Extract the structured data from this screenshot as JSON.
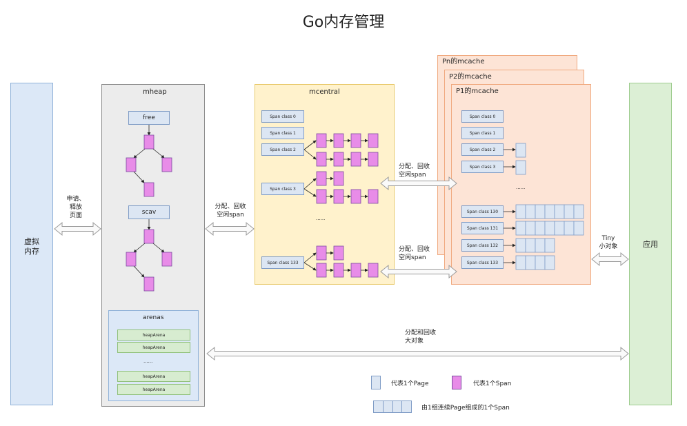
{
  "title": "Go内存管理",
  "virtual_memory": "虚拟内存",
  "application": "应用",
  "mheap": {
    "title": "mheap",
    "free": "free",
    "scav": "scav",
    "arenas": {
      "title": "arenas",
      "items": [
        "heapArena",
        "heapArena",
        "heapArena",
        "heapArena"
      ],
      "ellipsis": "......"
    }
  },
  "mcentral": {
    "title": "mcentral",
    "span_classes": [
      "Span class 0",
      "Span class 1",
      "Span class 2",
      "Span class 3",
      "Span class 133"
    ],
    "ellipsis": "......"
  },
  "mcache": {
    "stack_titles": [
      "Pn的mcache",
      "P2的mcache",
      "P1的mcache"
    ],
    "span_classes": [
      "Span class 0",
      "Span class 1",
      "Span class 2",
      "Span class 3",
      "Span class 130",
      "Span class 131",
      "Span class 132",
      "Span class 133"
    ],
    "ellipsis": "......"
  },
  "arrows": {
    "apply_release": [
      "申请、",
      "释放",
      "页面"
    ],
    "alloc_reclaim_left": [
      "分配、回收",
      "空闲span"
    ],
    "alloc_reclaim_upper": [
      "分配、回收",
      "空闲span"
    ],
    "alloc_reclaim_lower": [
      "分配、回收",
      "空闲span"
    ],
    "tiny_small": [
      "Tiny",
      "小对象"
    ],
    "large_objects": [
      "分配和回收",
      "大对象"
    ]
  },
  "legend": {
    "page": "代表1个Page",
    "span": "代表1个Span",
    "contiguous": "由1组连续Page组成的1个Span"
  },
  "colors": {
    "virtual_memory_fill": "#dce8f7",
    "application_fill": "#dcefd5",
    "mheap_fill": "#ececec",
    "mcentral_fill": "#fff2cc",
    "mcache_fill": "#fde4d6",
    "span_fill": "#e88ce8",
    "page_fill": "#dce6f3"
  }
}
